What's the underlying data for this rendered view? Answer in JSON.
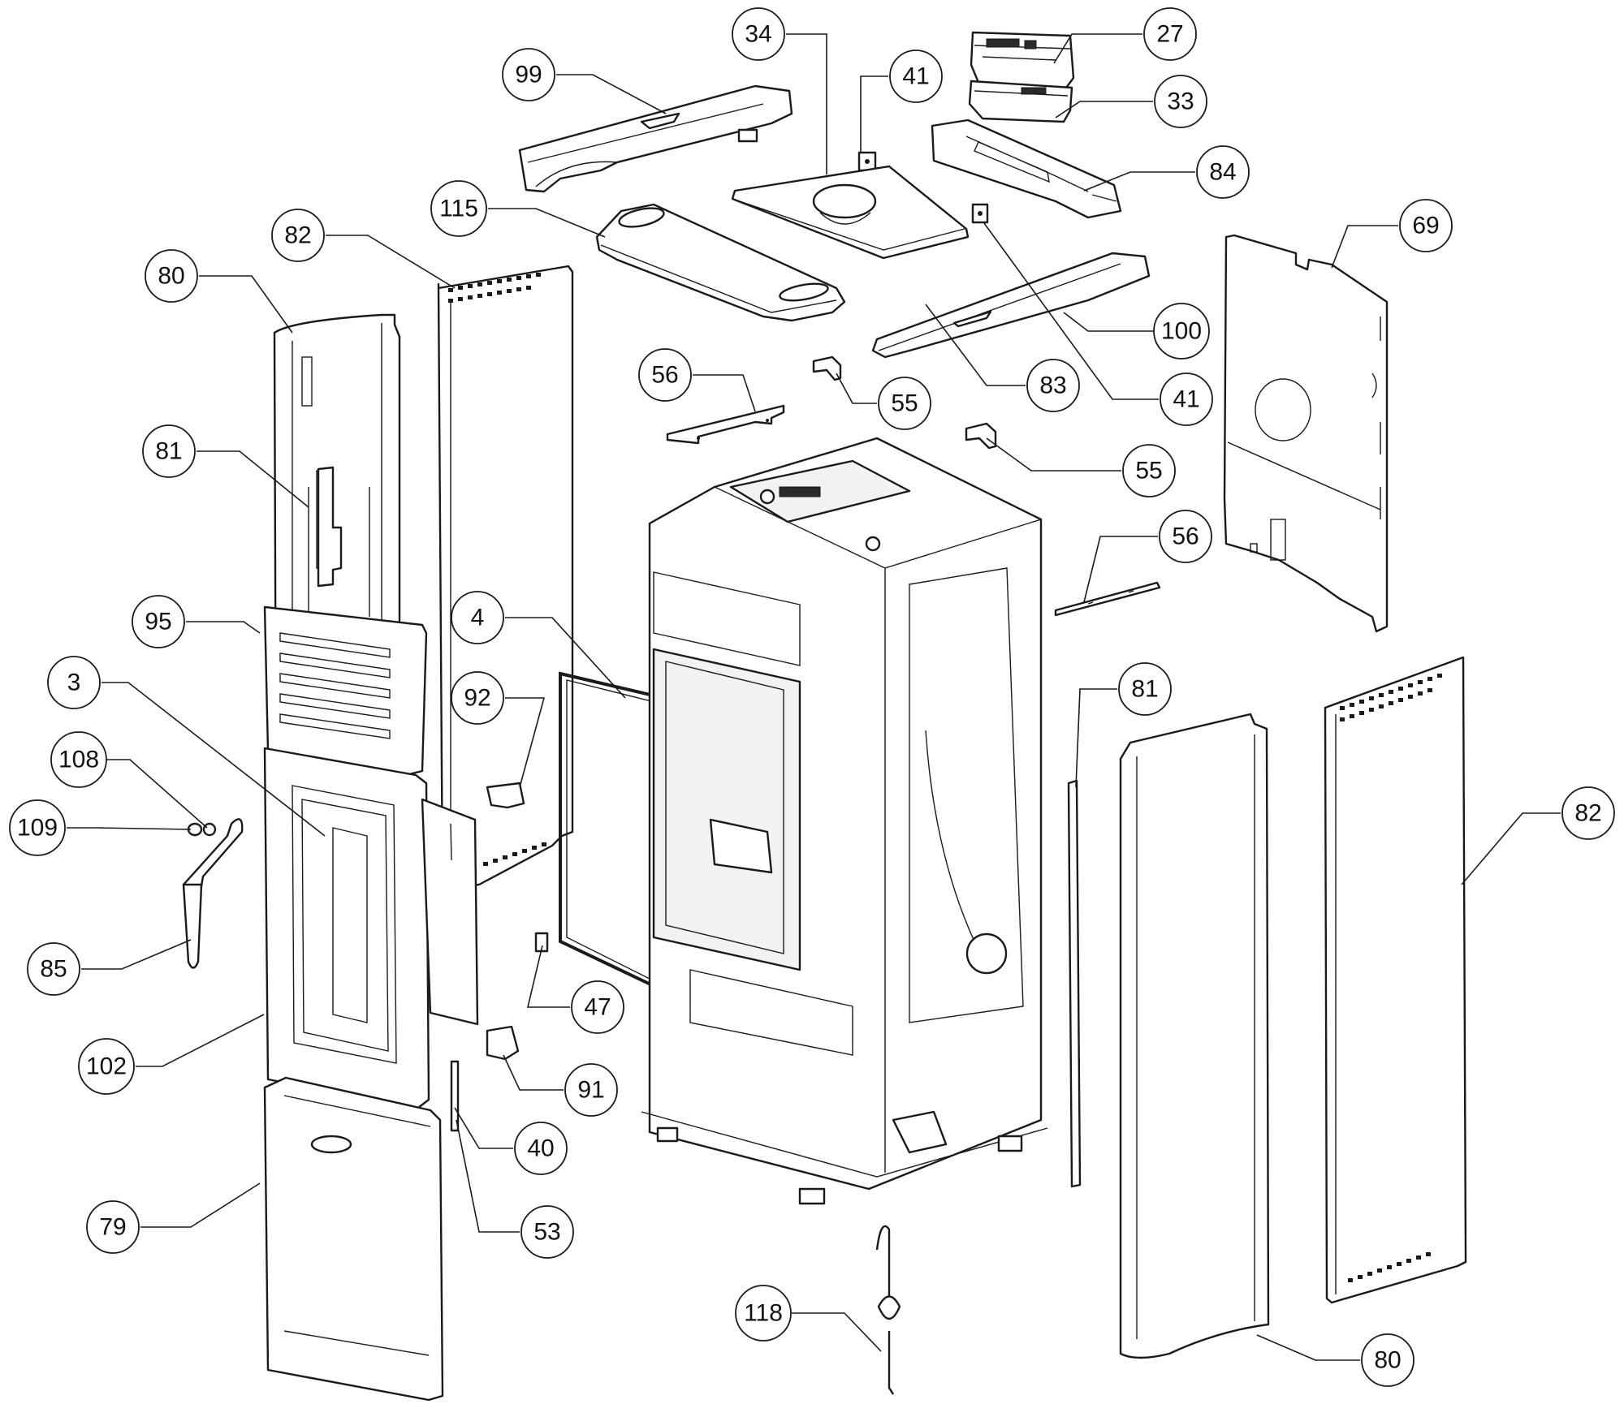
{
  "callouts": [
    {
      "id": "c27",
      "label": "27"
    },
    {
      "id": "c34",
      "label": "34"
    },
    {
      "id": "c99",
      "label": "99"
    },
    {
      "id": "c41a",
      "label": "41"
    },
    {
      "id": "c33",
      "label": "33"
    },
    {
      "id": "c84",
      "label": "84"
    },
    {
      "id": "c115",
      "label": "115"
    },
    {
      "id": "c82a",
      "label": "82"
    },
    {
      "id": "c69",
      "label": "69"
    },
    {
      "id": "c80a",
      "label": "80"
    },
    {
      "id": "c100",
      "label": "100"
    },
    {
      "id": "c56a",
      "label": "56"
    },
    {
      "id": "c83",
      "label": "83"
    },
    {
      "id": "c55a",
      "label": "55"
    },
    {
      "id": "c41b",
      "label": "41"
    },
    {
      "id": "c81a",
      "label": "81"
    },
    {
      "id": "c55b",
      "label": "55"
    },
    {
      "id": "c56b",
      "label": "56"
    },
    {
      "id": "c95",
      "label": "95"
    },
    {
      "id": "c4",
      "label": "4"
    },
    {
      "id": "c3",
      "label": "3"
    },
    {
      "id": "c92",
      "label": "92"
    },
    {
      "id": "c81b",
      "label": "81"
    },
    {
      "id": "c108",
      "label": "108"
    },
    {
      "id": "c82b",
      "label": "82"
    },
    {
      "id": "c109",
      "label": "109"
    },
    {
      "id": "c85",
      "label": "85"
    },
    {
      "id": "c47",
      "label": "47"
    },
    {
      "id": "c102",
      "label": "102"
    },
    {
      "id": "c91",
      "label": "91"
    },
    {
      "id": "c40",
      "label": "40"
    },
    {
      "id": "c79",
      "label": "79"
    },
    {
      "id": "c53",
      "label": "53"
    },
    {
      "id": "c118",
      "label": "118"
    },
    {
      "id": "c80b",
      "label": "80"
    }
  ]
}
